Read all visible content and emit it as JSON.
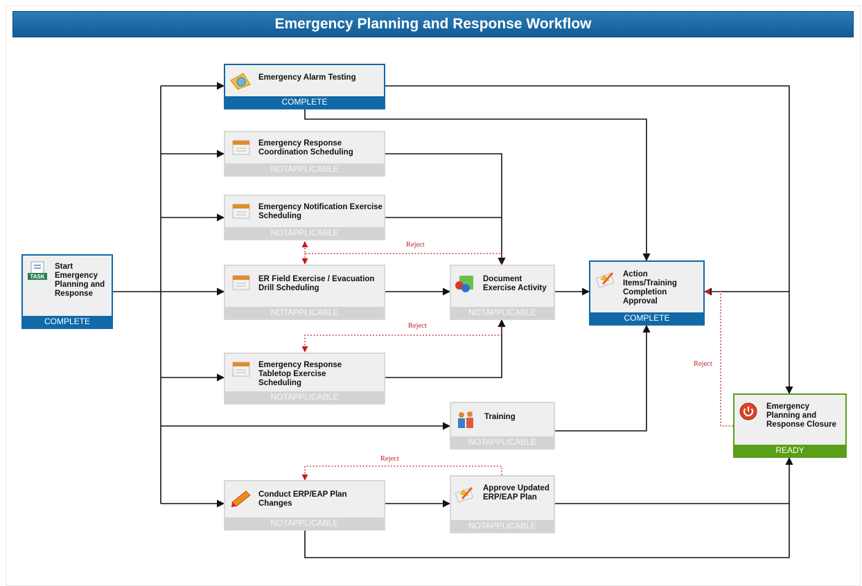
{
  "title": "Emergency Planning and Response Workflow",
  "nodes": {
    "start": {
      "label": "Start Emergency Planning and Response",
      "status": "COMPLETE",
      "icon": "task-icon"
    },
    "alarm": {
      "label": "Emergency Alarm Testing",
      "status": "COMPLETE",
      "icon": "alarm-test-icon"
    },
    "coord": {
      "label": "Emergency Response Coordination Scheduling",
      "status": "NOTAPPLICABLE",
      "icon": "calendar-icon"
    },
    "notif": {
      "label": "Emergency Notification Exercise Scheduling",
      "status": "NOTAPPLICABLE",
      "icon": "calendar-icon"
    },
    "field": {
      "label": "ER Field Exercise / Evacuation Drill Scheduling",
      "status": "NOTAPPLICABLE",
      "icon": "calendar-icon"
    },
    "tabletop": {
      "label": "Emergency Response Tabletop Exercise Scheduling",
      "status": "NOTAPPLICABLE",
      "icon": "calendar-icon"
    },
    "document": {
      "label": "Document Exercise Activity",
      "status": "NOTAPPLICABLE",
      "icon": "document-activity-icon"
    },
    "training": {
      "label": "Training",
      "status": "NOTAPPLICABLE",
      "icon": "people-icon"
    },
    "conduct": {
      "label": "Conduct ERP/EAP Plan Changes",
      "status": "NOTAPPLICABLE",
      "icon": "edit-pencil-icon"
    },
    "approve": {
      "label": "Approve Updated ERP/EAP Plan",
      "status": "NOTAPPLICABLE",
      "icon": "approve-icon"
    },
    "action": {
      "label": "Action Items/Training Completion Approval",
      "status": "COMPLETE",
      "icon": "approve-icon"
    },
    "closure": {
      "label": "Emergency Planning and Response Closure",
      "status": "READY",
      "icon": "power-icon"
    }
  },
  "reject_labels": [
    "Reject",
    "Reject",
    "Reject",
    "Reject"
  ],
  "colors": {
    "title_bar": "#0f5c98",
    "complete": "#1169a8",
    "ready": "#5a9f18",
    "not_applicable": "#d3d3d3",
    "reject": "#c11c1c"
  }
}
